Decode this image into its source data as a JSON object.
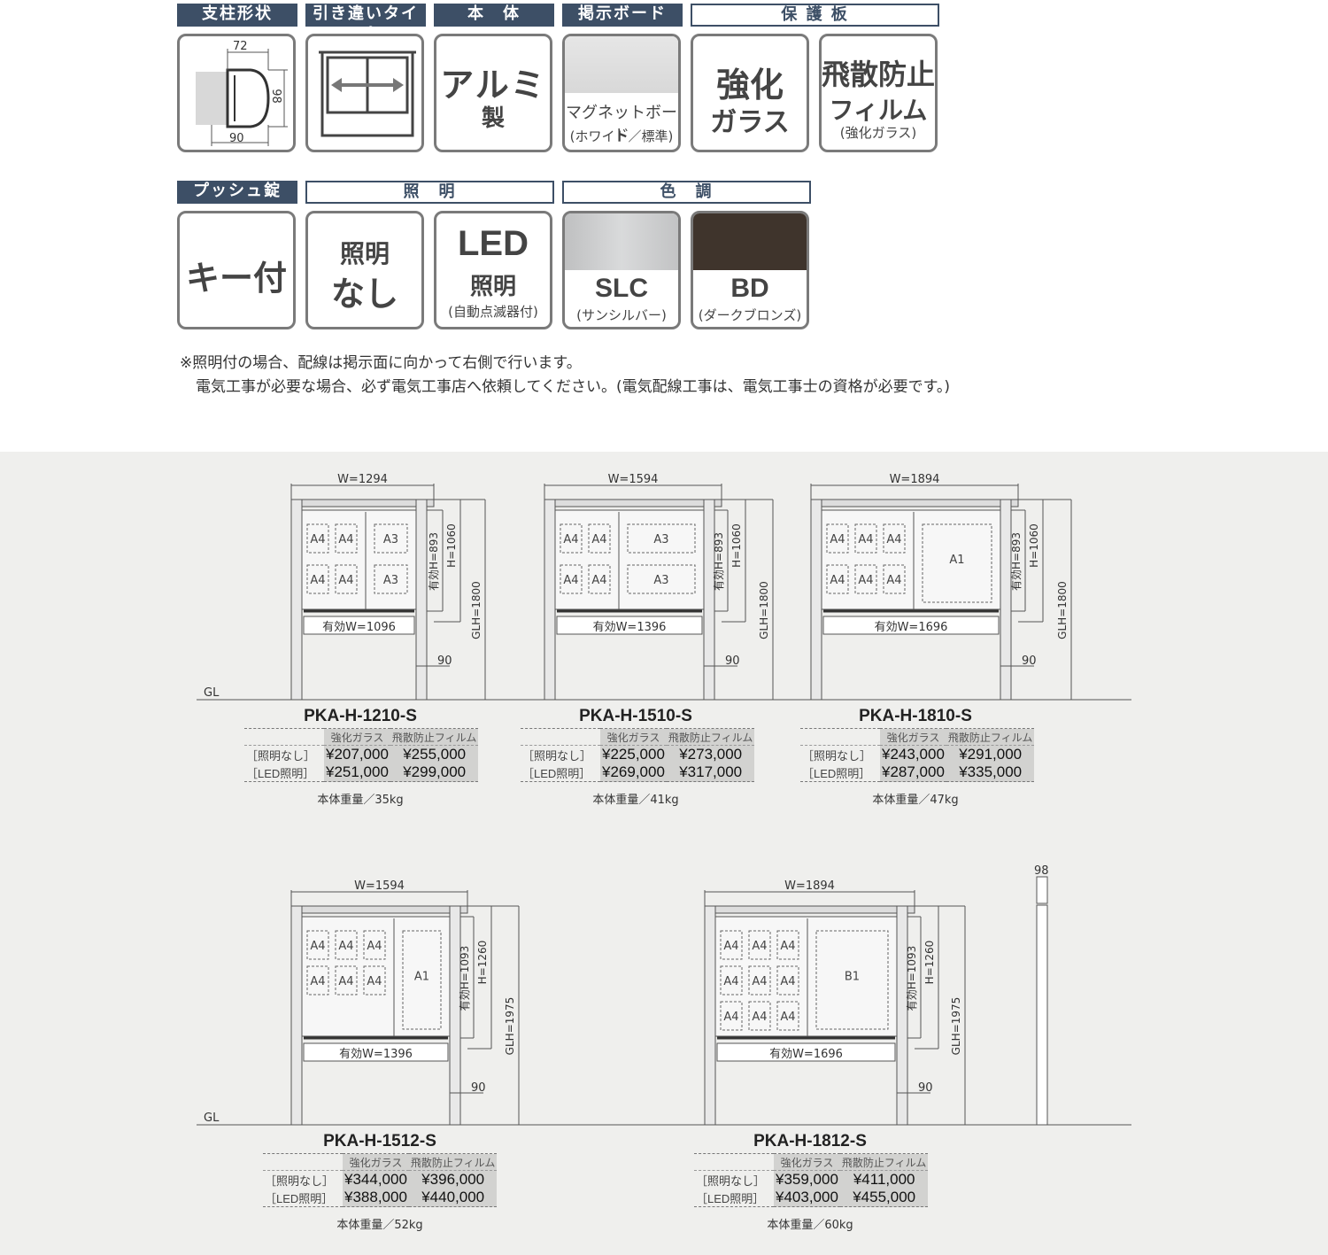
{
  "headers": {
    "post_shape": "支柱形状",
    "sliding_type": "引き違いタイプ",
    "body": "本　体",
    "board": "掲示ボード",
    "protection": "保 護 板",
    "push_lock": "プッシュ錠",
    "lighting": "照　明",
    "color": "色　調"
  },
  "cards": {
    "post_dim_top": "72",
    "post_dim_side": "98",
    "post_dim_bottom": "90",
    "body_line1": "アルミ",
    "body_line2": "製",
    "board_line1": "マグネットボード",
    "board_line2": "(ホワイト／標準)",
    "glass_line1": "強化",
    "glass_line2": "ガラス",
    "film_line1": "飛散防止",
    "film_line2": "フィルム",
    "film_line3": "(強化ガラス)",
    "key_label": "キー付",
    "nolight_line1": "照明",
    "nolight_line2": "なし",
    "led_line1": "LED",
    "led_line2": "照明",
    "led_line3": "(自動点滅器付)",
    "slc_code": "SLC",
    "slc_name": "(サンシルバー)",
    "bd_code": "BD",
    "bd_name": "(ダークブロンズ)"
  },
  "colors": {
    "header_dark": "#3d4f66",
    "slc_swatch": "#c9cacb",
    "bd_swatch": "#3f342c"
  },
  "notes": {
    "line1": "※照明付の場合、配線は掲示面に向かって右側で行います。",
    "line2": "電気工事が必要な場合、必ず電気工事店へ依頼してください。(電気配線工事は、電気工事士の資格が必要です。)"
  },
  "price_header": {
    "glass": "強化ガラス",
    "film": "飛散防止フィルム"
  },
  "row_labels": {
    "no_light": "［照明なし］",
    "led": "［LED照明］"
  },
  "gl_label": "GL",
  "post_width_label": "90",
  "side_post_label": "98",
  "products": [
    {
      "model": "PKA-H-1210-S",
      "w": "W=1294",
      "eff_w": "有効W=1096",
      "eff_h": "有効H=893",
      "h": "H=1060",
      "glh": "GLH=1800",
      "no_light_glass": "¥207,000",
      "no_light_film": "¥255,000",
      "led_glass": "¥251,000",
      "led_film": "¥299,000",
      "weight": "本体重量／35kg",
      "slots": [
        "A4",
        "A4",
        "A4",
        "A4",
        "A3",
        "A3"
      ]
    },
    {
      "model": "PKA-H-1510-S",
      "w": "W=1594",
      "eff_w": "有効W=1396",
      "eff_h": "有効H=893",
      "h": "H=1060",
      "glh": "GLH=1800",
      "no_light_glass": "¥225,000",
      "no_light_film": "¥273,000",
      "led_glass": "¥269,000",
      "led_film": "¥317,000",
      "weight": "本体重量／41kg",
      "slots": [
        "A4",
        "A4",
        "A4",
        "A4",
        "A3",
        "A3"
      ]
    },
    {
      "model": "PKA-H-1810-S",
      "w": "W=1894",
      "eff_w": "有効W=1696",
      "eff_h": "有効H=893",
      "h": "H=1060",
      "glh": "GLH=1800",
      "no_light_glass": "¥243,000",
      "no_light_film": "¥291,000",
      "led_glass": "¥287,000",
      "led_film": "¥335,000",
      "weight": "本体重量／47kg",
      "slots": [
        "A4",
        "A4",
        "A4",
        "A4",
        "A4",
        "A4",
        "A1"
      ]
    },
    {
      "model": "PKA-H-1512-S",
      "w": "W=1594",
      "eff_w": "有効W=1396",
      "eff_h": "有効H=1093",
      "h": "H=1260",
      "glh": "GLH=1975",
      "no_light_glass": "¥344,000",
      "no_light_film": "¥396,000",
      "led_glass": "¥388,000",
      "led_film": "¥440,000",
      "weight": "本体重量／52kg",
      "slots": [
        "A4",
        "A4",
        "A4",
        "A4",
        "A4",
        "A4",
        "A1"
      ]
    },
    {
      "model": "PKA-H-1812-S",
      "w": "W=1894",
      "eff_w": "有効W=1696",
      "eff_h": "有効H=1093",
      "h": "H=1260",
      "glh": "GLH=1975",
      "no_light_glass": "¥359,000",
      "no_light_film": "¥411,000",
      "led_glass": "¥403,000",
      "led_film": "¥455,000",
      "weight": "本体重量／60kg",
      "slots": [
        "A4",
        "A4",
        "A4",
        "A4",
        "A4",
        "A4",
        "A4",
        "A4",
        "A4",
        "B1"
      ]
    }
  ]
}
